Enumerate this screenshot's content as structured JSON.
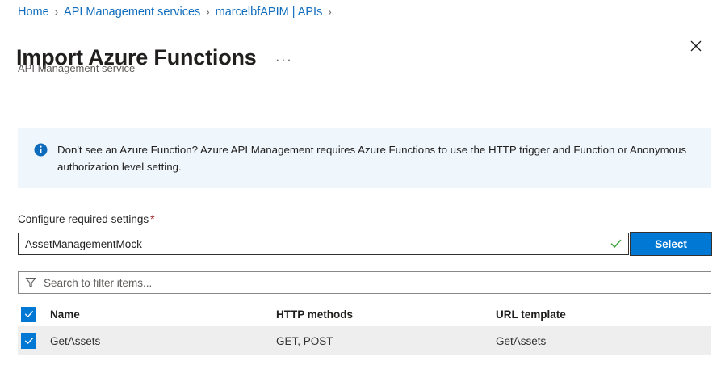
{
  "breadcrumb": {
    "separator": "›",
    "items": [
      {
        "label": "Home"
      },
      {
        "label": "API Management services"
      },
      {
        "label": "marcelbfAPIM | APIs"
      }
    ]
  },
  "header": {
    "title": "Import Azure Functions",
    "subtitle": "API Management service",
    "more_actions_label": "···",
    "close_icon": "close-icon",
    "more_icon": "ellipsis-icon"
  },
  "info_banner": {
    "icon": "info-icon",
    "text": "Don't see an Azure Function? Azure API Management requires Azure Functions to use the HTTP trigger and Function or Anonymous authorization level setting.",
    "background_color": "#eff6fc",
    "icon_color": "#0078d4"
  },
  "settings": {
    "label": "Configure required settings",
    "required_marker": "*",
    "required_marker_color": "#a4262c",
    "input_value": "AssetManagementMock",
    "input_placeholder": "",
    "validation_icon": "green-check-icon",
    "validation_color": "#107c10",
    "select_button_label": "Select",
    "select_button_color": "#0078d4"
  },
  "filter": {
    "icon": "filter-funnel-icon",
    "placeholder": "Search to filter items...",
    "value": ""
  },
  "table": {
    "select_all_checked": true,
    "columns": [
      {
        "label": "Name"
      },
      {
        "label": "HTTP methods"
      },
      {
        "label": "URL template"
      }
    ],
    "rows": [
      {
        "checked": true,
        "name": "GetAssets",
        "http_methods": "GET, POST",
        "url_template": "GetAssets"
      }
    ],
    "row_background": "#eeeeee",
    "checkbox_color": "#0078d4"
  }
}
